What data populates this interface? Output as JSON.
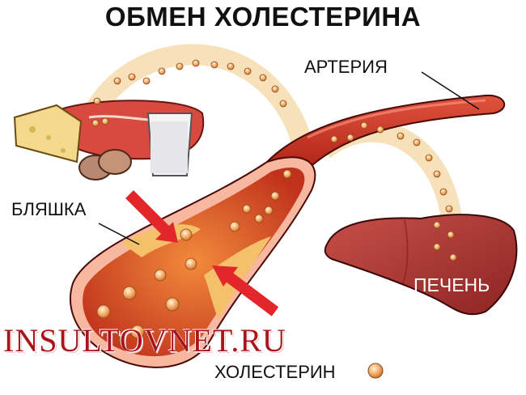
{
  "title": "ОБМЕН ХОЛЕСТЕРИНА",
  "labels": {
    "artery": "АРТЕРИЯ",
    "plaque": "БЛЯШКА",
    "liver": "ПЕЧЕНЬ",
    "cholesterol": "ХОЛЕСТЕРИН"
  },
  "watermark": "INSULTOVNET.RU",
  "icons": {
    "food": "food-cheese-meat-eggs-milk-icon",
    "artery": "artery-illustration",
    "liver": "liver-illustration",
    "cholesterol_particle": "cholesterol-particle-icon"
  },
  "colors": {
    "artery_red": "#c8281e",
    "liver_red": "#b03a36",
    "plaque_yellow": "#f4c06a",
    "particle_orange": "#f0a050",
    "flow_band": "#f6dcae",
    "arrow_red": "#e2262a",
    "watermark": "#a8141c"
  }
}
